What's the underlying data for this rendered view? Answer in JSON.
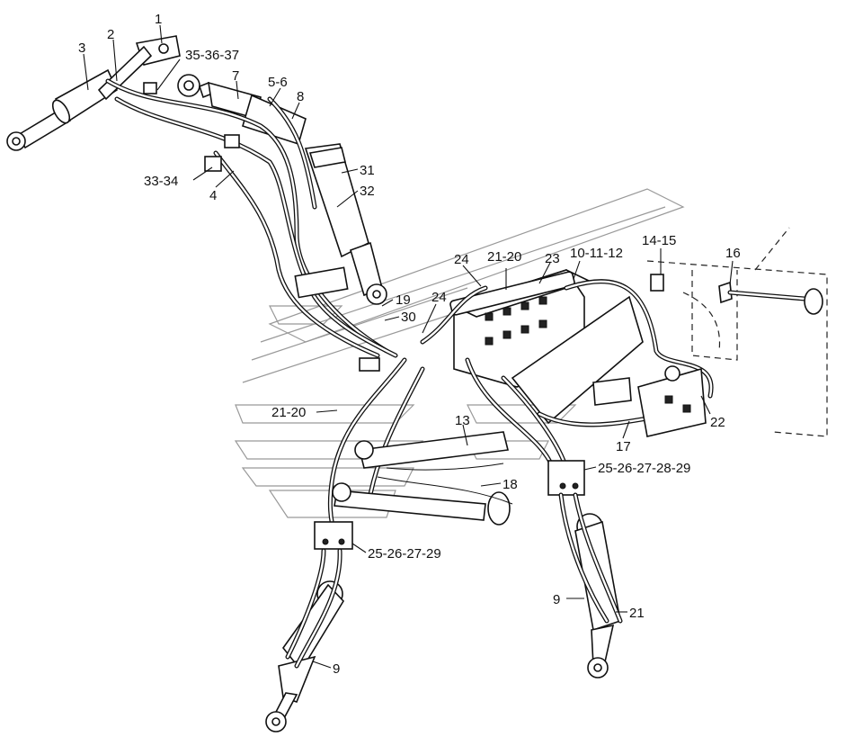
{
  "callouts": [
    {
      "id": "c1",
      "text": "1"
    },
    {
      "id": "c2",
      "text": "2"
    },
    {
      "id": "c3",
      "text": "3"
    },
    {
      "id": "c35",
      "text": "35-36-37"
    },
    {
      "id": "c7",
      "text": "7"
    },
    {
      "id": "c56",
      "text": "5-6"
    },
    {
      "id": "c8",
      "text": "8"
    },
    {
      "id": "c31",
      "text": "31"
    },
    {
      "id": "c3334",
      "text": "33-34"
    },
    {
      "id": "c4",
      "text": "4"
    },
    {
      "id": "c32",
      "text": "32"
    },
    {
      "id": "c24a",
      "text": "24"
    },
    {
      "id": "c2120a",
      "text": "21-20"
    },
    {
      "id": "c23",
      "text": "23"
    },
    {
      "id": "c101112",
      "text": "10-11-12"
    },
    {
      "id": "c1415",
      "text": "14-15"
    },
    {
      "id": "c16",
      "text": "16"
    },
    {
      "id": "c19",
      "text": "19"
    },
    {
      "id": "c24b",
      "text": "24"
    },
    {
      "id": "c30",
      "text": "30"
    },
    {
      "id": "c2120b",
      "text": "21-20"
    },
    {
      "id": "c13",
      "text": "13"
    },
    {
      "id": "c22",
      "text": "22"
    },
    {
      "id": "c17",
      "text": "17"
    },
    {
      "id": "c2529a",
      "text": "25-26-27-28-29"
    },
    {
      "id": "c18",
      "text": "18"
    },
    {
      "id": "c2529b",
      "text": "25-26-27-29"
    },
    {
      "id": "c9a",
      "text": "9"
    },
    {
      "id": "c21",
      "text": "21"
    },
    {
      "id": "c9b",
      "text": "9"
    }
  ]
}
